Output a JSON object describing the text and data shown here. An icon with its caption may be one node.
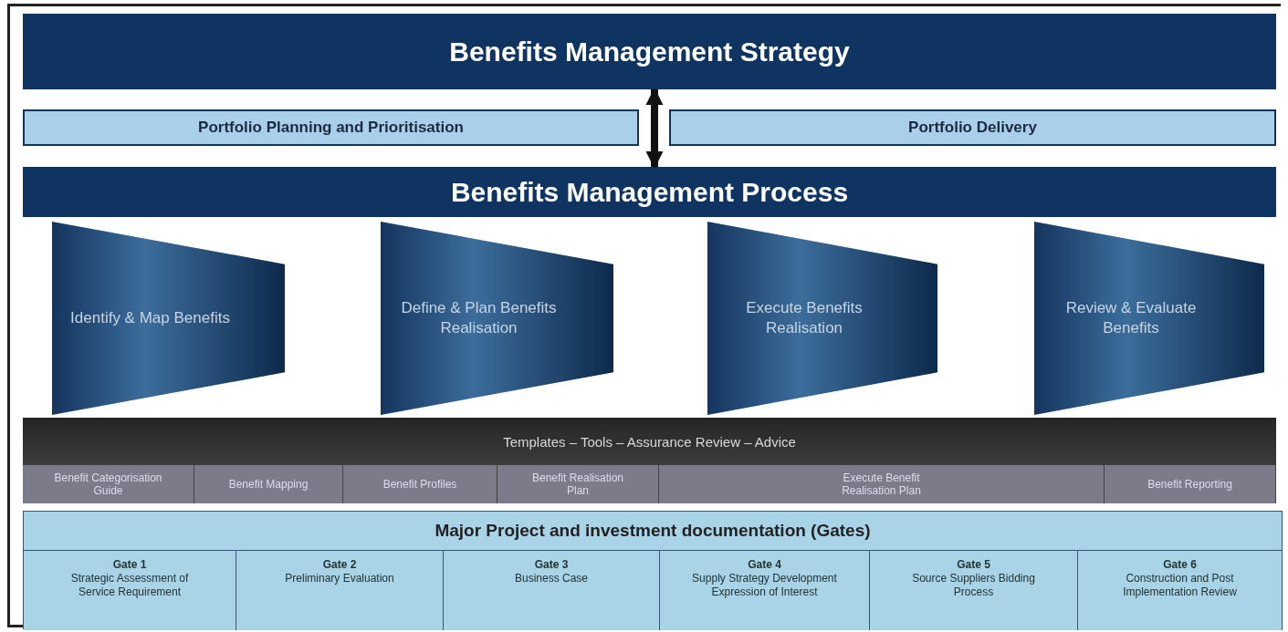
{
  "diagram": {
    "nodes": [
      {
        "text": [
          "Benefits Management Strategy"
        ]
      },
      {
        "text": [
          "Portfolio Planning and Prioritisation"
        ]
      },
      {
        "text": [
          "Portfolio Delivery"
        ]
      },
      {
        "text": [
          "Benefits Management Process"
        ]
      },
      {
        "text": [
          "Identify & Map Benefits"
        ]
      },
      {
        "text": [
          "Define & Plan Benefits Realisation"
        ]
      },
      {
        "text": [
          "Execute Benefits Realisation"
        ]
      },
      {
        "text": [
          "Review & Evaluate Benefits"
        ]
      },
      {
        "text": [
          "Templates – Tools – Assurance Review – Advice"
        ]
      },
      {
        "text": [
          "Benefit Categorisation Guide"
        ]
      },
      {
        "text": [
          "Benefit Mapping"
        ]
      },
      {
        "text": [
          "Benefit Profiles"
        ]
      },
      {
        "text": [
          "Benefit Realisation Plan"
        ]
      },
      {
        "text": [
          "Execute Benefit Realisation Plan"
        ]
      },
      {
        "text": [
          "Benefit Reporting"
        ]
      },
      {
        "text": [
          "Major Project and investment documentation (Gates)"
        ]
      },
      {
        "text": [
          "Gate 1",
          "Strategic Assessment of Service Requirement"
        ],
        "in": 15
      },
      {
        "text": [
          "Gate 2",
          "Preliminary Evaluation"
        ],
        "in": 15
      },
      {
        "text": [
          "Gate 3",
          "Business Case"
        ],
        "in": 15
      },
      {
        "text": [
          "Gate 4",
          "Supply Strategy Development Expression of Interest"
        ],
        "in": 15
      },
      {
        "text": [
          "Gate 5",
          "Source Suppliers Bidding Process"
        ],
        "in": 15
      },
      {
        "text": [
          "Gate 6",
          "Construction and Post Implementation Review"
        ],
        "in": 15
      }
    ],
    "edges": [
      {
        "from": 0,
        "to": 3,
        "arrow": "both"
      }
    ]
  }
}
